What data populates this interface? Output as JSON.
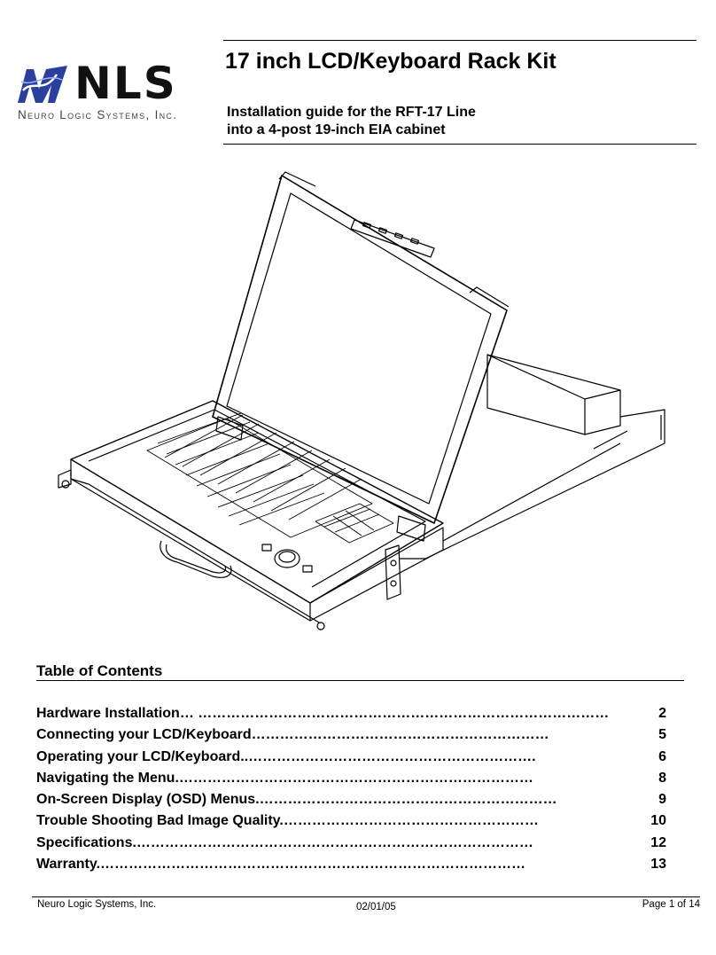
{
  "header": {
    "title": "17 inch LCD/Keyboard Rack Kit",
    "subtitle_line1": "Installation guide for the RFT-17 Line",
    "subtitle_line2": "into a 4-post 19-inch EIA cabinet"
  },
  "logo": {
    "wordmark": "NLS",
    "company": "Neuro Logic Systems, Inc.",
    "colors": {
      "mark": "#2a3f9e",
      "text": "#111111"
    }
  },
  "toc": {
    "heading": "Table of Contents",
    "entries": [
      {
        "label": "Hardware Installation… ……………………………………………………………………………",
        "page": "2"
      },
      {
        "label": "Connecting your LCD/Keyboard………………………………………………………",
        "page": "5"
      },
      {
        "label": "Operating your LCD/Keyboard..…………………………………………………….",
        "page": "6"
      },
      {
        "label": "Navigating the Menu.…………………………………………………………………",
        "page": "8"
      },
      {
        "label": "On-Screen Display (OSD) Menus.………………………………………………………",
        "page": "9"
      },
      {
        "label": "Trouble Shooting Bad Image Quality.………………………………………………",
        "page": "10"
      },
      {
        "label": "Specifications.…………………………………………………………………………",
        "page": "12"
      },
      {
        "label": "Warranty.………………………………………………………………………………",
        "page": "13"
      }
    ]
  },
  "footer": {
    "company": "Neuro Logic Systems, Inc.",
    "date": "02/01/05",
    "page": "Page 1 of 14"
  }
}
